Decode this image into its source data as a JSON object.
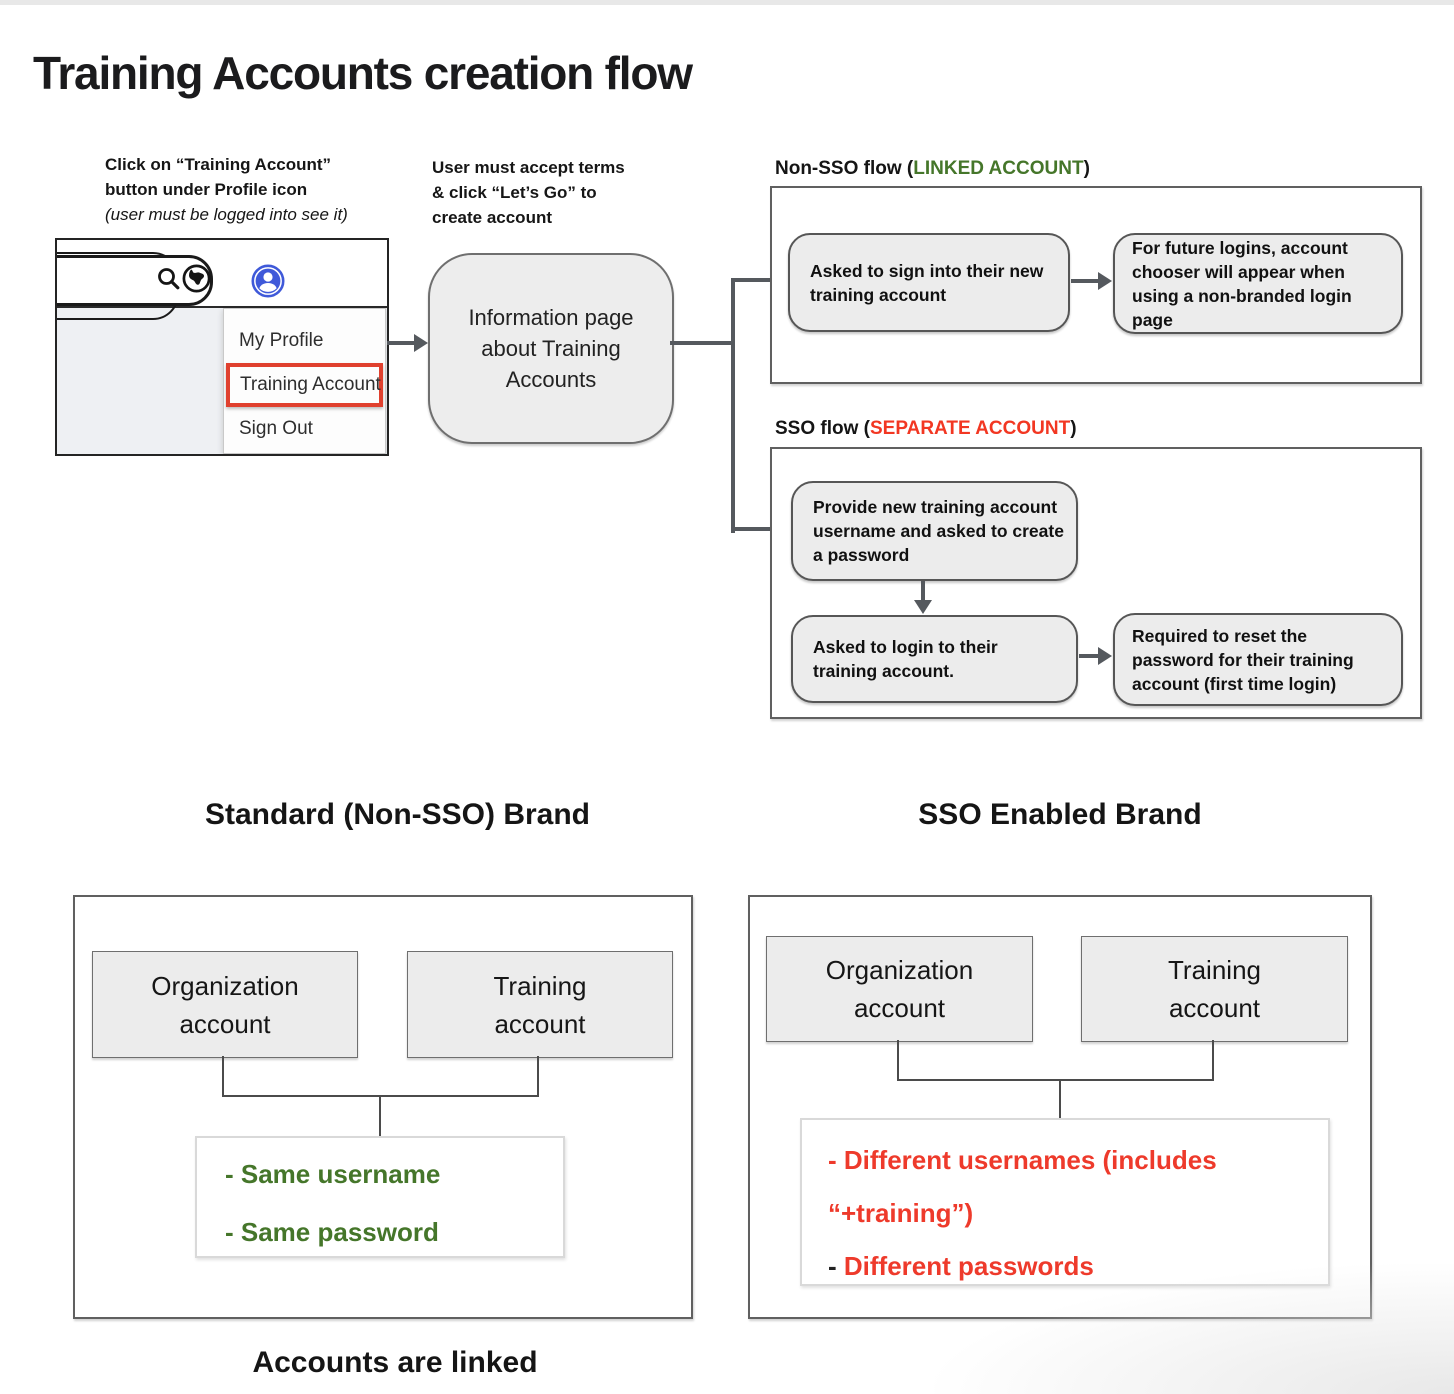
{
  "title": "Training Accounts creation flow",
  "captions": {
    "left": {
      "line1": "Click on “Training Account”",
      "line2": "button under Profile icon",
      "line3": "(user must be logged into see it)"
    },
    "middle": {
      "line1": "User must accept terms",
      "line2": "& click “Let’s Go” to",
      "line3": "create account"
    }
  },
  "mockup": {
    "menu": [
      "My Profile",
      "Training Account",
      "Sign Out"
    ],
    "highlighted_item": "Training Account",
    "icons": [
      "search-icon",
      "globe-icon",
      "profile-icon"
    ]
  },
  "flow": {
    "info_box": "Information page about Training Accounts",
    "non_sso": {
      "prefix": "Non-SSO flow (",
      "highlight": "LINKED ACCOUNT",
      "suffix": ")",
      "step1": "Asked to sign into their new training account",
      "step2": "For future logins, account chooser will appear when using a non-branded login page"
    },
    "sso": {
      "prefix": "SSO flow (",
      "highlight": "SEPARATE ACCOUNT",
      "suffix": ")",
      "step1": "Provide new training account username and asked to create a password",
      "step2": "Asked to login to their training account.",
      "step3": "Required to reset the password for their training account (first time login)"
    }
  },
  "account_boxes": {
    "organization": {
      "line1": "Organization",
      "line2": "account"
    },
    "training": {
      "line1": "Training",
      "line2": "account"
    }
  },
  "standard_brand": {
    "heading": "Standard (Non-SSO) Brand",
    "note": [
      "- Same username",
      "- Same password"
    ],
    "footer": "Accounts are linked"
  },
  "sso_brand": {
    "heading": "SSO Enabled Brand",
    "note_line1": "- Different usernames (includes",
    "note_line2": "“+training”)",
    "note_line3_dash": "-",
    "note_line3_text": " Different passwords"
  },
  "colors": {
    "green": "#45762a",
    "red_text": "#ee3a2b",
    "red_label": "#f23722",
    "highlight_border": "#e0402e",
    "profile_blue": "#3f59d9",
    "box_fill": "#ececec",
    "connector_gray": "#55595e"
  }
}
